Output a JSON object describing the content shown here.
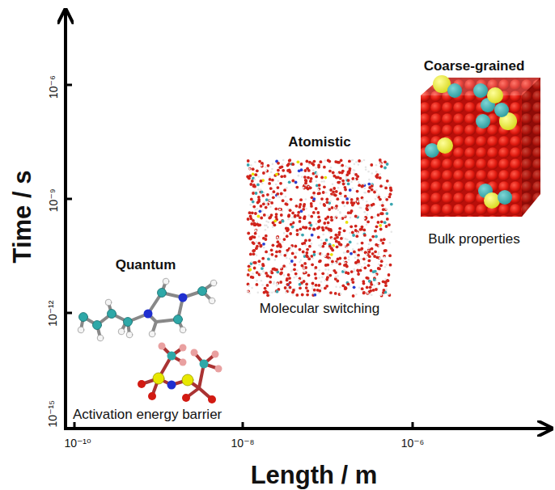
{
  "diagram": {
    "labels": [
      "Time / s",
      "Length / m",
      "10⁻⁶",
      "10⁻⁹",
      "10⁻¹²",
      "10⁻¹⁵",
      "10⁻¹⁰",
      "10⁻⁸",
      "10⁻⁶",
      "Quantum",
      "Activation energy barrier",
      "Atomistic",
      "Molecular switching",
      "Coarse-grained",
      "Bulk properties"
    ]
  }
}
